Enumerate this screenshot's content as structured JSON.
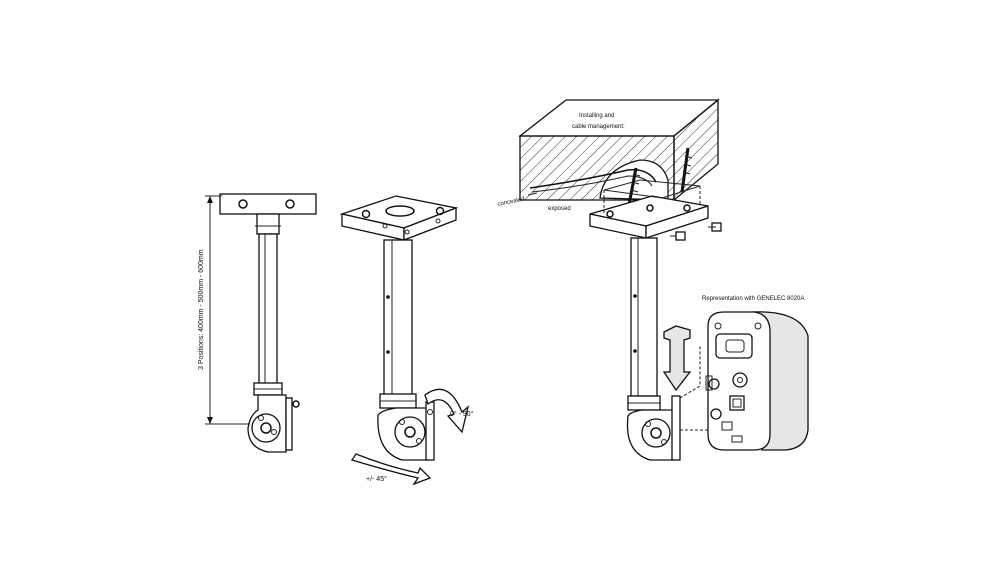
{
  "labels": {
    "dimension": "3 Positions: 400mm - 500mm - 600mm",
    "tilt": "0° - 90°",
    "swivel": "+/- 45°",
    "installing_line1": "Installing and",
    "installing_line2": "cable management:",
    "concealed": "concealed",
    "exposed": "exposed",
    "representation": "Representation with GENELEC 8020A"
  },
  "colors": {
    "line": "#111111",
    "background": "#ffffff",
    "shade": "#e6e6e6"
  },
  "icons": [
    "arrow-icon",
    "screw-icon"
  ]
}
